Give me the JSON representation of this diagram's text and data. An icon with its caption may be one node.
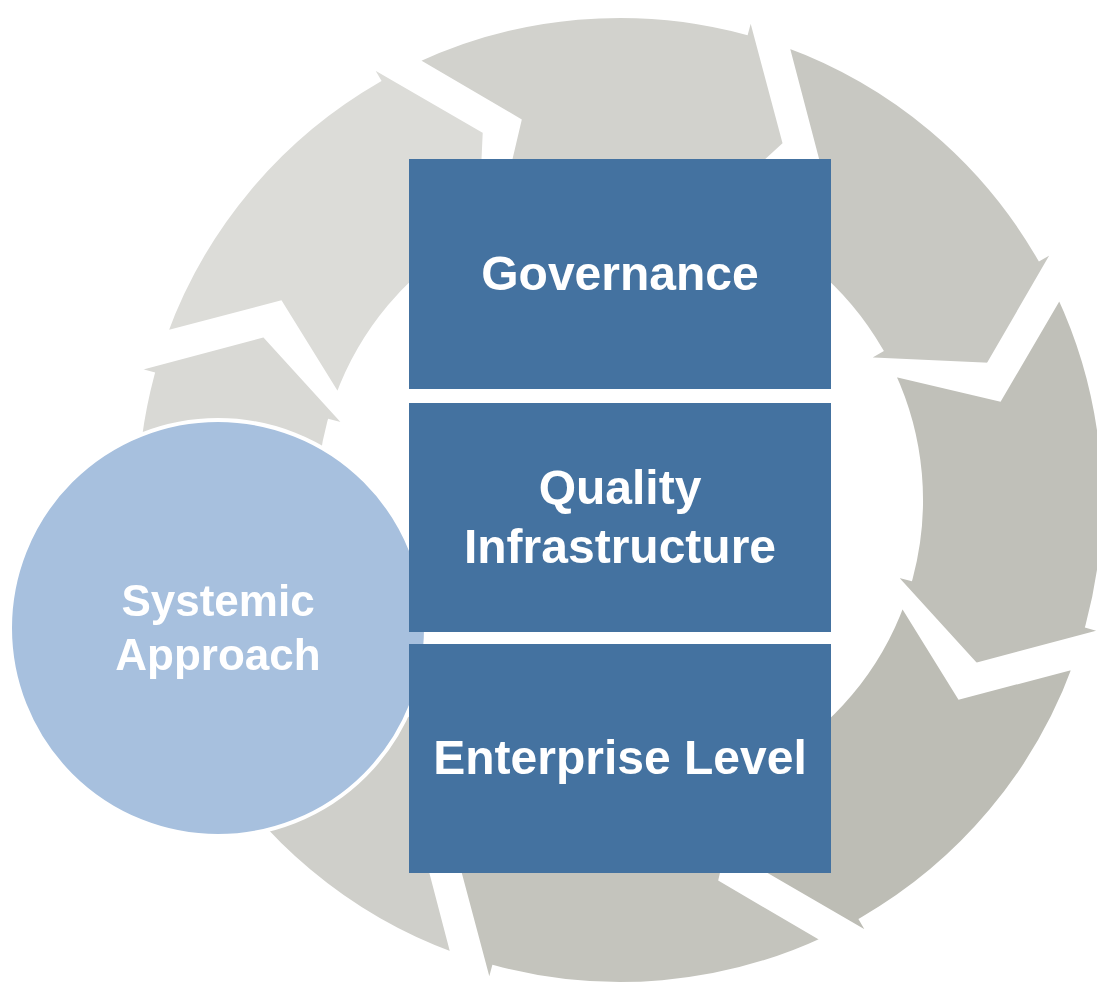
{
  "diagram": {
    "nodes": [
      {
        "text": [
          "Systemic Approach"
        ]
      },
      {
        "text": [
          "Governance"
        ]
      },
      {
        "text": [
          "Quality Infrastructure"
        ]
      },
      {
        "text": [
          "Enterprise Level"
        ]
      }
    ]
  }
}
